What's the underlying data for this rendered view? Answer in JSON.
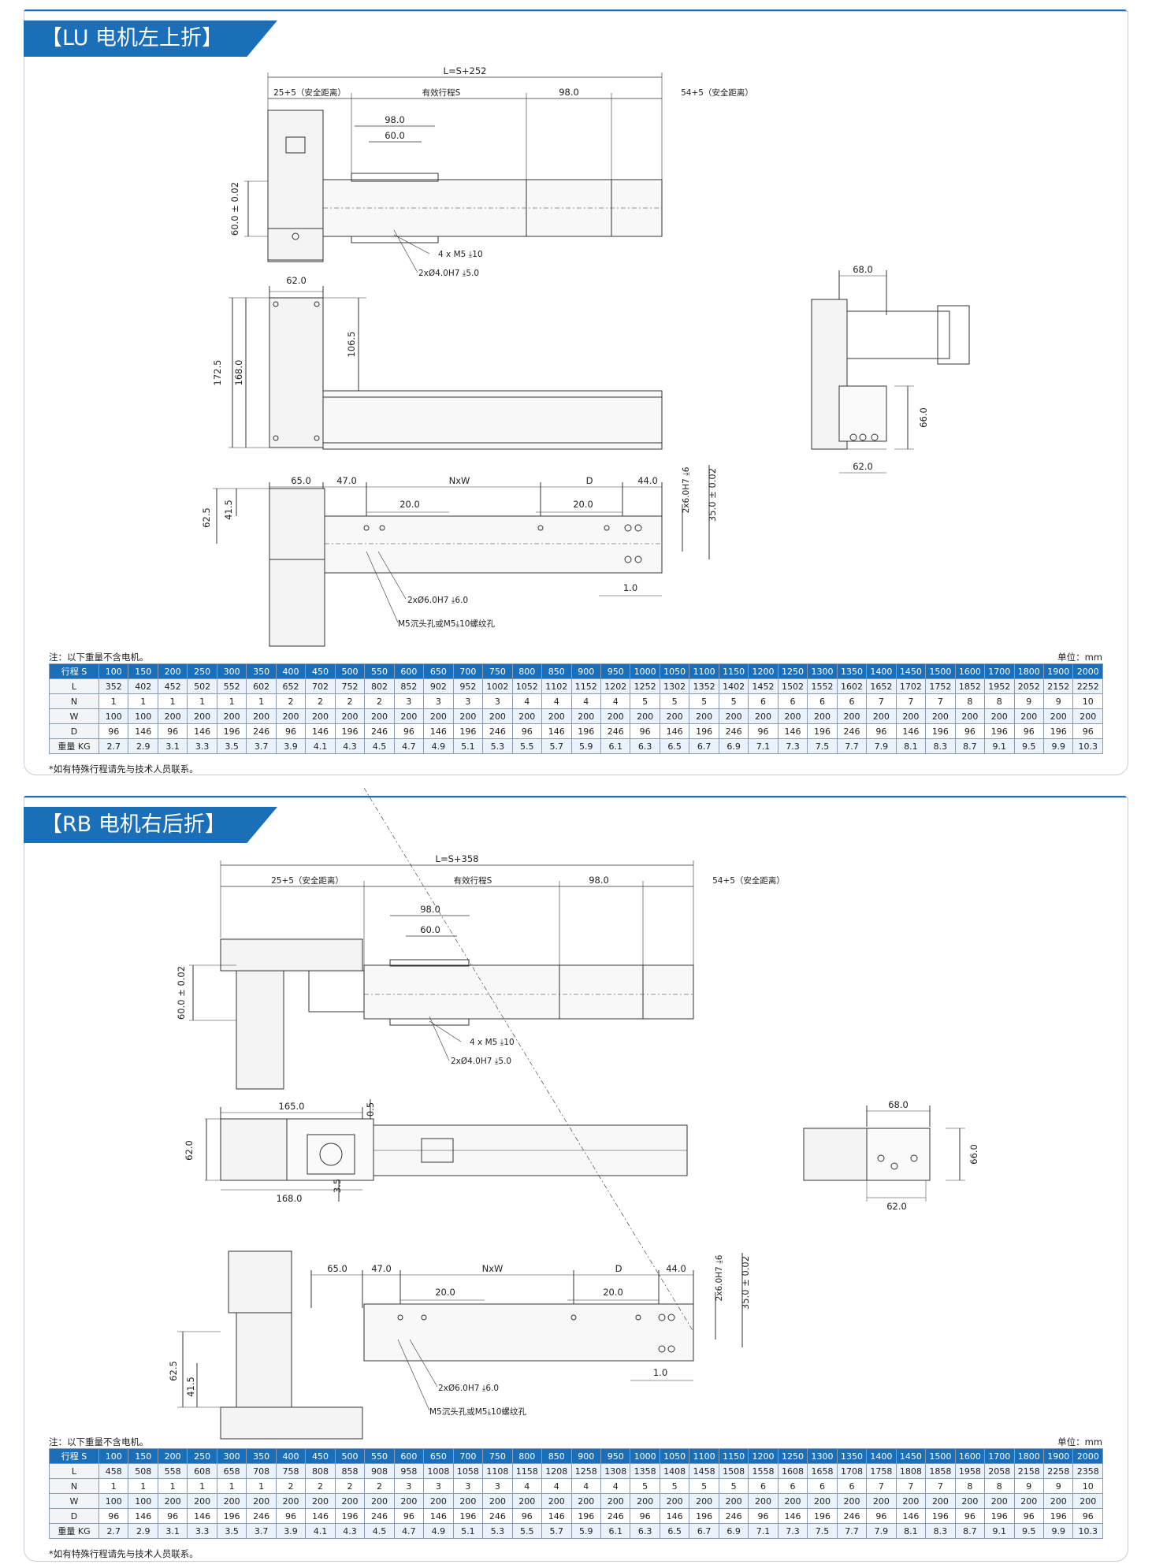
{
  "sections": [
    {
      "title": "【LU 电机左上折】",
      "dims": {
        "overall_length": "L=S+252",
        "safety_left": "25+5（安全距离）",
        "stroke": "有效行程S",
        "slider_len": "98.0",
        "safety_right": "54+5（安全距离）",
        "slider_w1": "98.0",
        "slider_w2": "60.0",
        "height": "60.0 ± 0.02",
        "screw": "4 x  M5 ⤓10",
        "pin": "2xØ4.0H7 ⤓5.0",
        "motor_w": "62.0",
        "motor_h1": "172.5",
        "motor_h2": "168.0",
        "motor_h3": "106.5",
        "side_top": "68.0",
        "side_h": "66.0",
        "side_bottom": "62.0",
        "bottom_65": "65.0",
        "bottom_47": "47.0",
        "bottom_nxw": "NxW",
        "bottom_d": "D",
        "bottom_44": "44.0",
        "bottom_20a": "20.0",
        "bottom_20b": "20.0",
        "bottom_625": "62.5",
        "bottom_415": "41.5",
        "bottom_pinhole": "2x6.0H7 ⤓6",
        "bottom_35": "35.0 ± 0.02",
        "bottom_10": "1.0",
        "bottom_pin2": "2xØ6.0H7 ⤓6.0",
        "bottom_m5": "M5沉头孔或M5⤓10螺纹孔"
      },
      "note_left": "注：以下重量不含电机。",
      "note_right": "单位：mm",
      "footnote": "*如有特殊行程请先与技术人员联系。",
      "table": {
        "headers": [
          "行程 S",
          "100",
          "150",
          "200",
          "250",
          "300",
          "350",
          "400",
          "450",
          "500",
          "550",
          "600",
          "650",
          "700",
          "750",
          "800",
          "850",
          "900",
          "950",
          "1000",
          "1050",
          "1100",
          "1150",
          "1200",
          "1250",
          "1300",
          "1350",
          "1400",
          "1450",
          "1500",
          "1600",
          "1700",
          "1800",
          "1900",
          "2000"
        ],
        "rows": [
          [
            "L",
            "352",
            "402",
            "452",
            "502",
            "552",
            "602",
            "652",
            "702",
            "752",
            "802",
            "852",
            "902",
            "952",
            "1002",
            "1052",
            "1102",
            "1152",
            "1202",
            "1252",
            "1302",
            "1352",
            "1402",
            "1452",
            "1502",
            "1552",
            "1602",
            "1652",
            "1702",
            "1752",
            "1852",
            "1952",
            "2052",
            "2152",
            "2252"
          ],
          [
            "N",
            "1",
            "1",
            "1",
            "1",
            "1",
            "1",
            "2",
            "2",
            "2",
            "2",
            "3",
            "3",
            "3",
            "3",
            "4",
            "4",
            "4",
            "4",
            "5",
            "5",
            "5",
            "5",
            "6",
            "6",
            "6",
            "6",
            "7",
            "7",
            "7",
            "8",
            "8",
            "9",
            "9",
            "10"
          ],
          [
            "W",
            "100",
            "100",
            "200",
            "200",
            "200",
            "200",
            "200",
            "200",
            "200",
            "200",
            "200",
            "200",
            "200",
            "200",
            "200",
            "200",
            "200",
            "200",
            "200",
            "200",
            "200",
            "200",
            "200",
            "200",
            "200",
            "200",
            "200",
            "200",
            "200",
            "200",
            "200",
            "200",
            "200",
            "200"
          ],
          [
            "D",
            "96",
            "146",
            "96",
            "146",
            "196",
            "246",
            "96",
            "146",
            "196",
            "246",
            "96",
            "146",
            "196",
            "246",
            "96",
            "146",
            "196",
            "246",
            "96",
            "146",
            "196",
            "246",
            "96",
            "146",
            "196",
            "246",
            "96",
            "146",
            "196",
            "96",
            "196",
            "96",
            "196",
            "96"
          ],
          [
            "重量 KG",
            "2.7",
            "2.9",
            "3.1",
            "3.3",
            "3.5",
            "3.7",
            "3.9",
            "4.1",
            "4.3",
            "4.5",
            "4.7",
            "4.9",
            "5.1",
            "5.3",
            "5.5",
            "5.7",
            "5.9",
            "6.1",
            "6.3",
            "6.5",
            "6.7",
            "6.9",
            "7.1",
            "7.3",
            "7.5",
            "7.7",
            "7.9",
            "8.1",
            "8.3",
            "8.7",
            "9.1",
            "9.5",
            "9.9",
            "10.3"
          ]
        ]
      }
    },
    {
      "title": "【RB 电机右后折】",
      "dims": {
        "overall_length": "L=S+358",
        "safety_left": "25+5（安全距离）",
        "stroke": "有效行程S",
        "slider_len": "98.0",
        "safety_right": "54+5（安全距离）",
        "slider_w1": "98.0",
        "slider_w2": "60.0",
        "height": "60.0 ± 0.02",
        "screw": "4 x  M5 ⤓10",
        "pin": "2xØ4.0H7 ⤓5.0",
        "top_165": "165.0",
        "top_05": "0.5",
        "top_620": "62.0",
        "top_35": "3.5",
        "top_168": "168.0",
        "side_top": "68.0",
        "side_h": "66.0",
        "side_bottom": "62.0",
        "bottom_65": "65.0",
        "bottom_47": "47.0",
        "bottom_nxw": "NxW",
        "bottom_d": "D",
        "bottom_44": "44.0",
        "bottom_20a": "20.0",
        "bottom_20b": "20.0",
        "bottom_625": "62.5",
        "bottom_415": "41.5",
        "bottom_pinhole": "2x6.0H7 ⤓6",
        "bottom_35": "35.0 ± 0.02",
        "bottom_10": "1.0",
        "bottom_pin2": "2xØ6.0H7 ⤓6.0",
        "bottom_m5": "M5沉头孔或M5⤓10螺纹孔"
      },
      "note_left": "注：以下重量不含电机。",
      "note_right": "单位：mm",
      "footnote": "*如有特殊行程请先与技术人员联系。",
      "table": {
        "headers": [
          "行程 S",
          "100",
          "150",
          "200",
          "250",
          "300",
          "350",
          "400",
          "450",
          "500",
          "550",
          "600",
          "650",
          "700",
          "750",
          "800",
          "850",
          "900",
          "950",
          "1000",
          "1050",
          "1100",
          "1150",
          "1200",
          "1250",
          "1300",
          "1350",
          "1400",
          "1450",
          "1500",
          "1600",
          "1700",
          "1800",
          "1900",
          "2000"
        ],
        "rows": [
          [
            "L",
            "458",
            "508",
            "558",
            "608",
            "658",
            "708",
            "758",
            "808",
            "858",
            "908",
            "958",
            "1008",
            "1058",
            "1108",
            "1158",
            "1208",
            "1258",
            "1308",
            "1358",
            "1408",
            "1458",
            "1508",
            "1558",
            "1608",
            "1658",
            "1708",
            "1758",
            "1808",
            "1858",
            "1958",
            "2058",
            "2158",
            "2258",
            "2358"
          ],
          [
            "N",
            "1",
            "1",
            "1",
            "1",
            "1",
            "1",
            "2",
            "2",
            "2",
            "2",
            "3",
            "3",
            "3",
            "3",
            "4",
            "4",
            "4",
            "4",
            "5",
            "5",
            "5",
            "5",
            "6",
            "6",
            "6",
            "6",
            "7",
            "7",
            "7",
            "8",
            "8",
            "9",
            "9",
            "10"
          ],
          [
            "W",
            "100",
            "100",
            "200",
            "200",
            "200",
            "200",
            "200",
            "200",
            "200",
            "200",
            "200",
            "200",
            "200",
            "200",
            "200",
            "200",
            "200",
            "200",
            "200",
            "200",
            "200",
            "200",
            "200",
            "200",
            "200",
            "200",
            "200",
            "200",
            "200",
            "200",
            "200",
            "200",
            "200",
            "200"
          ],
          [
            "D",
            "96",
            "146",
            "96",
            "146",
            "196",
            "246",
            "96",
            "146",
            "196",
            "246",
            "96",
            "146",
            "196",
            "246",
            "96",
            "146",
            "196",
            "246",
            "96",
            "146",
            "196",
            "246",
            "96",
            "146",
            "196",
            "246",
            "96",
            "146",
            "196",
            "96",
            "196",
            "96",
            "196",
            "96"
          ],
          [
            "重量 KG",
            "2.7",
            "2.9",
            "3.1",
            "3.3",
            "3.5",
            "3.7",
            "3.9",
            "4.1",
            "4.3",
            "4.5",
            "4.7",
            "4.9",
            "5.1",
            "5.3",
            "5.5",
            "5.7",
            "5.9",
            "6.1",
            "6.3",
            "6.5",
            "6.7",
            "6.9",
            "7.1",
            "7.3",
            "7.5",
            "7.7",
            "7.9",
            "8.1",
            "8.3",
            "8.7",
            "9.1",
            "9.5",
            "9.9",
            "10.3"
          ]
        ]
      }
    }
  ]
}
